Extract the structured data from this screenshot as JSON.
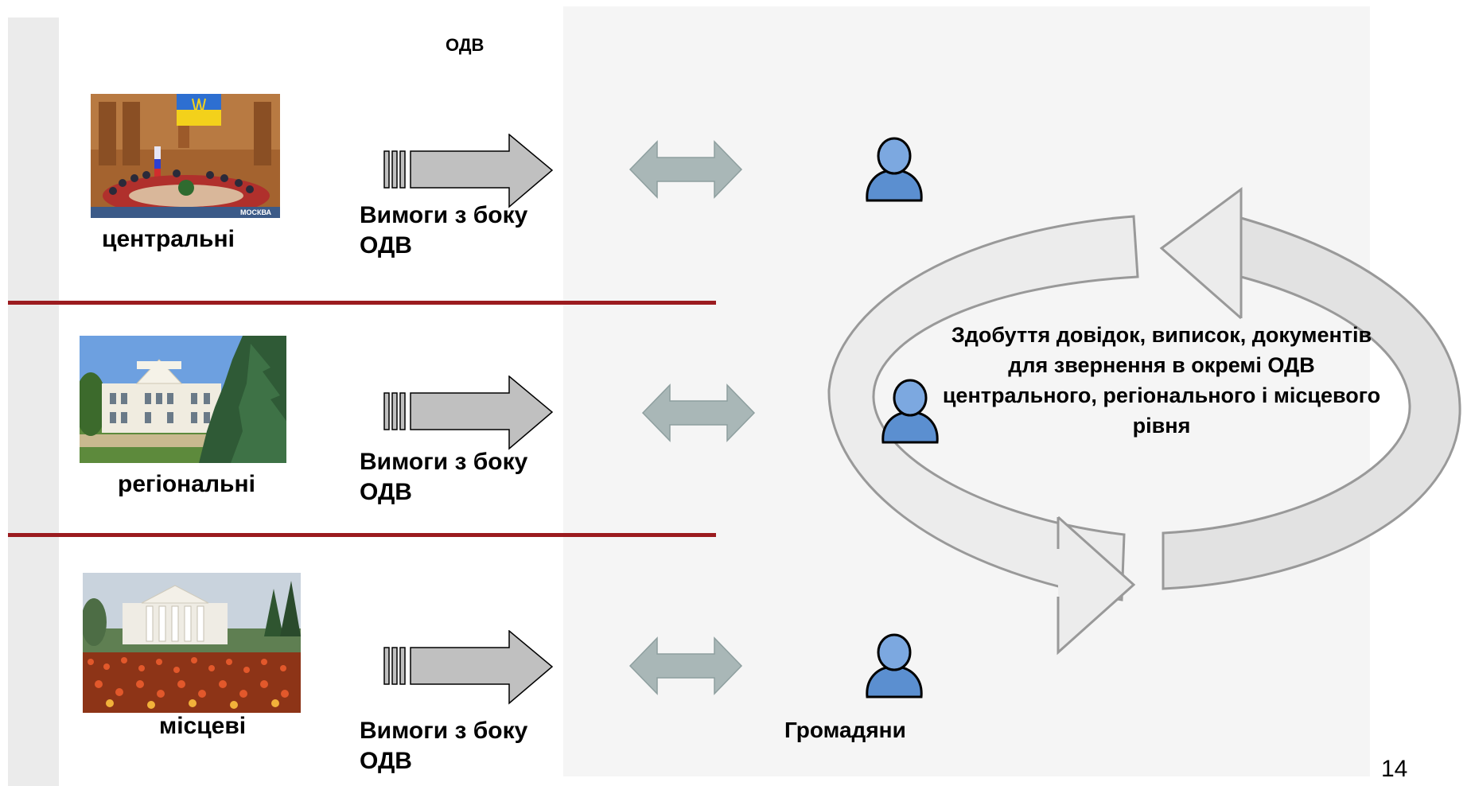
{
  "header": {
    "title": "ОДВ"
  },
  "levels": [
    {
      "label": "центральні",
      "requirement": "Вимоги з боку ОДВ"
    },
    {
      "label": "регіональні",
      "requirement": "Вимоги з боку ОДВ"
    },
    {
      "label": "місцеві",
      "requirement": "Вимоги з боку ОДВ"
    }
  ],
  "center_text": "Здобуття довідок, виписок, документів для звернення в окремі ОДВ центрального, регіонального і місцевого рівня",
  "citizens_label": "Громадяни",
  "page_number": "14",
  "photo_caption": "МОСКВА",
  "colors": {
    "divider": "#9b1b1f",
    "arrow_fill": "#c0c0c0",
    "double_arrow": "#a9b7b7",
    "person": "#5b8fd0"
  }
}
